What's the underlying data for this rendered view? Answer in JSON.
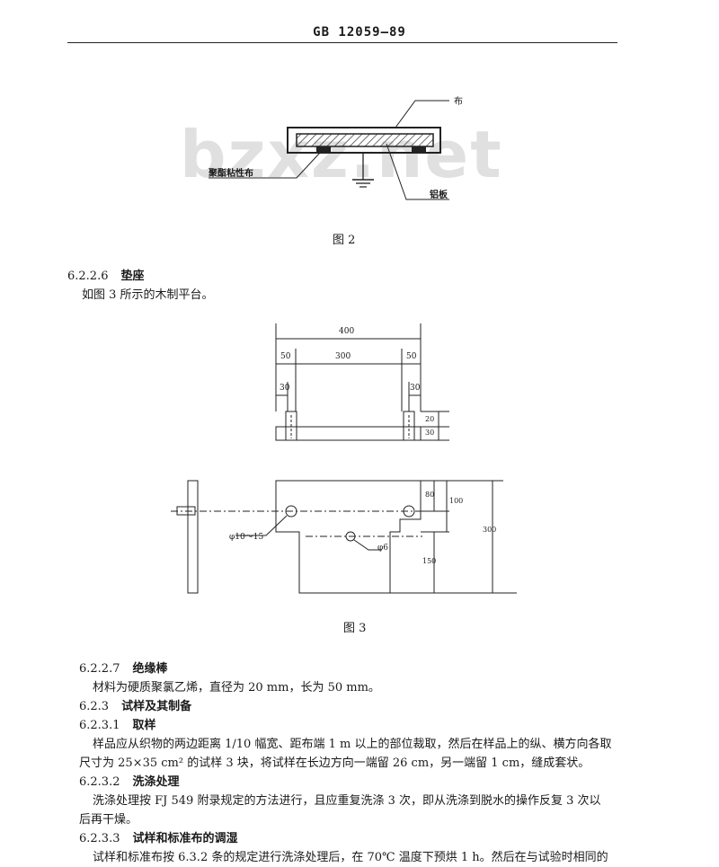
{
  "header": {
    "standard": "GB 12059—89"
  },
  "watermark": "bzxz.net",
  "figure2": {
    "caption": "图 2",
    "labels": {
      "cloth": "布",
      "adhesive": "聚酯粘性布",
      "aluminum": "铝板"
    }
  },
  "sec_6226": {
    "number": "6.2.2.6",
    "title": "垫座",
    "body": "如图 3 所示的木制平台。"
  },
  "figure3": {
    "caption": "图 3",
    "dims": {
      "total_width": "400",
      "side_left": "50",
      "middle": "300",
      "side_right": "50",
      "post_left": "30",
      "post_right": "30",
      "post_h1": "20",
      "post_h2": "30",
      "h80": "80",
      "h100": "100",
      "h150": "150",
      "h300": "300",
      "hole_big": "φ10～15",
      "hole_small": "φ6"
    }
  },
  "sec_6227": {
    "number": "6.2.2.7",
    "title": "绝缘棒",
    "body": "材料为硬质聚氯乙烯，直径为 20 mm，长为 50 mm。"
  },
  "sec_623": {
    "number": "6.2.3",
    "title": "试样及其制备"
  },
  "sec_6231": {
    "number": "6.2.3.1",
    "title": "取样",
    "line1": "样品应从织物的两边距离 1/10 幅宽、距布端 1 m 以上的部位裁取，然后在样品上的纵、横方向各取",
    "line2": "尺寸为 25×35 cm² 的试样 3 块，将试样在长边方向一端留 26 cm，另一端留 1 cm，缝成套状。"
  },
  "sec_6232": {
    "number": "6.2.3.2",
    "title": "洗涤处理",
    "line1": "洗涤处理按 FJ 549 附录规定的方法进行，且应重复洗涤 3 次，即从洗涤到脱水的操作反复 3 次以",
    "line2": "后再干燥。"
  },
  "sec_6233": {
    "number": "6.2.3.3",
    "title": "试样和标准布的调湿",
    "line1": "试样和标准布按 6.3.2 条的规定进行洗涤处理后，在 70℃ 温度下预烘 1 h。然后在与试验时相同的"
  }
}
